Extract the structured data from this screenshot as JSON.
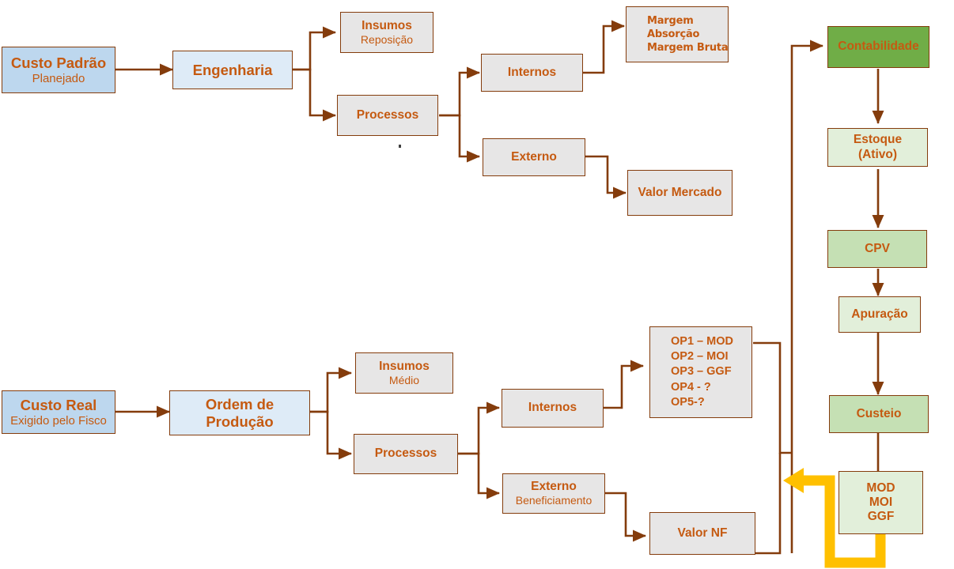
{
  "diagram": {
    "title": "Custo Padrao e Custo Real - fluxo de custeio",
    "colors": {
      "border": "#843c0c",
      "text": "#c55a11",
      "connector": "#843c0c",
      "highlight_arrow": "#ffc000",
      "fill_blue": "#bdd7ee",
      "fill_blue_light": "#deebf7",
      "fill_gray": "#e7e6e6",
      "fill_green_dark": "#70ad47",
      "fill_green_mid": "#c5e0b4",
      "fill_green_light": "#e2efda"
    },
    "nodes": {
      "custo_padrao": {
        "title": "Custo Padrão",
        "subtitle": "Planejado"
      },
      "engenharia": {
        "title": "Engenharia",
        "subtitle": ""
      },
      "insumos_top": {
        "title": "Insumos",
        "subtitle": "Reposição"
      },
      "processos_top": {
        "title": "Processos",
        "subtitle": ""
      },
      "internos_top": {
        "title": "Internos",
        "subtitle": ""
      },
      "externo_top": {
        "title": "Externo",
        "subtitle": ""
      },
      "margem": {
        "lines": [
          "Margem",
          "Absorção",
          "Margem Bruta"
        ]
      },
      "valor_mercado": {
        "title": "Valor Mercado",
        "subtitle": ""
      },
      "custo_real": {
        "title": "Custo Real",
        "subtitle": "Exigido pelo Fisco"
      },
      "ordem_producao": {
        "title": "Ordem de",
        "subtitle_bold": "Produção"
      },
      "insumos_bot": {
        "title": "Insumos",
        "subtitle": "Médio"
      },
      "processos_bot": {
        "title": "Processos",
        "subtitle": ""
      },
      "internos_bot": {
        "title": "Internos",
        "subtitle": ""
      },
      "externo_bot": {
        "title": "Externo",
        "subtitle": "Beneficiamento"
      },
      "ops": {
        "lines": [
          "OP1 – MOD",
          "OP2 – MOI",
          "OP3 – GGF",
          "OP4 - ?",
          "OP5-?"
        ]
      },
      "valor_nf": {
        "title": "Valor NF",
        "subtitle": ""
      },
      "contabilidade": {
        "title": "Contabilidade",
        "subtitle": ""
      },
      "estoque": {
        "title": "Estoque",
        "subtitle_bold": "(Ativo)"
      },
      "cpv": {
        "title": "CPV",
        "subtitle": ""
      },
      "apuracao": {
        "title": "Apuração",
        "subtitle": ""
      },
      "custeio": {
        "title": "Custeio",
        "subtitle": ""
      },
      "mod_moi_ggf": {
        "lines": [
          "MOD",
          "MOI",
          "GGF"
        ]
      }
    }
  }
}
